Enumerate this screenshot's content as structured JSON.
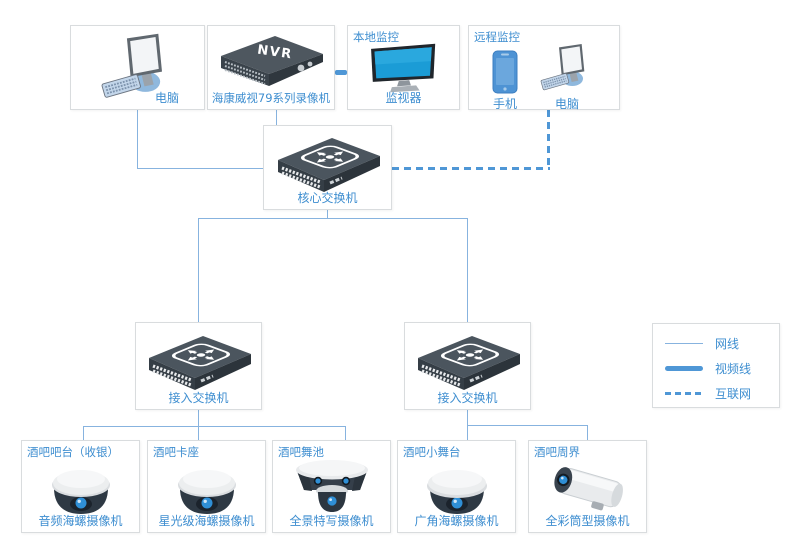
{
  "diagram": {
    "top": {
      "pc": {
        "label": "电脑"
      },
      "nvr": {
        "device_text": "NVR",
        "label": "海康威视79系列录像机"
      },
      "local": {
        "title": "本地监控",
        "monitor_label": "监视器"
      },
      "remote": {
        "title": "远程监控",
        "phone_label": "手机",
        "pc_label": "电脑"
      }
    },
    "switches": {
      "core": {
        "label": "核心交换机"
      },
      "access_left": {
        "label": "接入交换机"
      },
      "access_right": {
        "label": "接入交换机"
      }
    },
    "cameras": [
      {
        "title": "酒吧吧台（收银）",
        "label": "音频海螺摄像机",
        "icon": "dome-camera"
      },
      {
        "title": "酒吧卡座",
        "label": "星光级海螺摄像机",
        "icon": "dome-camera"
      },
      {
        "title": "酒吧舞池",
        "label": "全景特写摄像机",
        "icon": "panoramic-camera"
      },
      {
        "title": "酒吧小舞台",
        "label": "广角海螺摄像机",
        "icon": "dome-camera"
      },
      {
        "title": "酒吧周界",
        "label": "全彩筒型摄像机",
        "icon": "bullet-camera"
      }
    ],
    "legend": {
      "items": [
        {
          "line_style": "thin",
          "label": "网线"
        },
        {
          "line_style": "thick",
          "label": "视频线"
        },
        {
          "line_style": "dashed",
          "label": "互联网"
        }
      ]
    },
    "colors": {
      "accent_text": "#3e8ed0",
      "thin_line": "#87b3df",
      "thick_line": "#4f97d6",
      "box_border": "#d9dcde",
      "device_dark": "#4b555e",
      "screen_blue": "#1b9cd6",
      "lens_blue": "#2f8fd6"
    }
  }
}
